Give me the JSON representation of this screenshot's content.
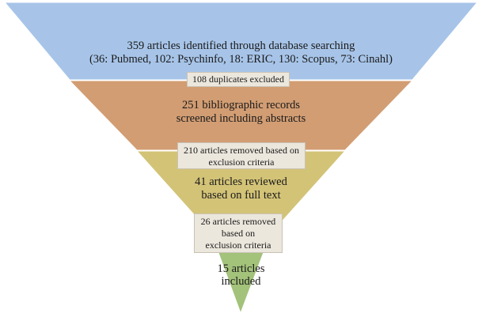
{
  "stages": [
    {
      "lines": [
        "359 articles identified through database searching",
        "(36: Pubmed, 102: Psychinfo, 18: ERIC, 130: Scopus, 73: Cinahl)"
      ],
      "color": "#a7c4e8"
    },
    {
      "lines": [
        "251 bibliographic records",
        "screened including abstracts"
      ],
      "color": "#d29d73"
    },
    {
      "lines": [
        "41 articles reviewed",
        "based on full text"
      ],
      "color": "#d3c377"
    },
    {
      "lines": [
        "15 articles",
        "included"
      ],
      "color": "#a3c27a"
    }
  ],
  "exclusions": [
    {
      "lines": [
        "108 duplicates excluded"
      ]
    },
    {
      "lines": [
        "210 articles removed based on",
        "exclusion criteria"
      ]
    },
    {
      "lines": [
        "26 articles removed",
        "based on",
        "exclusion criteria"
      ]
    }
  ],
  "colors": {
    "outline": "#ffffff",
    "note_background": "#ece7dd",
    "note_border": "#c9c2b3"
  }
}
